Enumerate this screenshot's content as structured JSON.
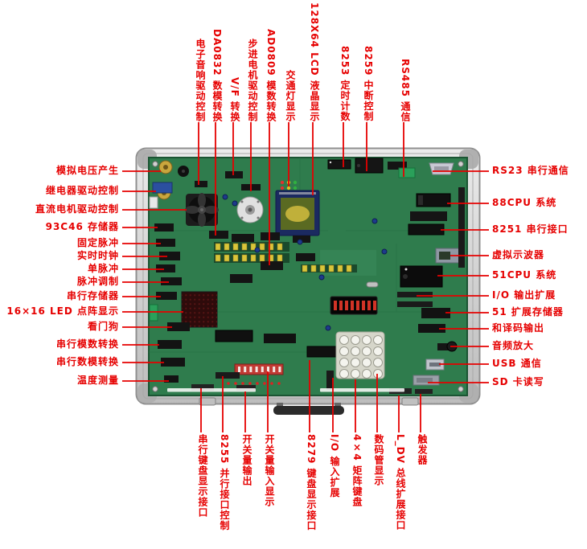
{
  "colors": {
    "annotation_line": "#e60000",
    "label_text": "#e60000",
    "pcb_green": "#2f7c4d",
    "case_silver": "#d7d7d7"
  },
  "labels": {
    "top": [
      "电子音响驱动控制",
      "DA0832 数模转换",
      "V/F 转换",
      "步进电机驱动控制",
      "AD0809 模数转换",
      "交通灯显示",
      "128X64 LCD 液晶显示",
      "8253 定时计数",
      "8259 中断控制",
      "RS485 通信"
    ],
    "left": [
      "模拟电压产生",
      "继电器驱动控制",
      "直流电机驱动控制",
      "93C46 存储器",
      "固定脉冲",
      "实时时钟",
      "单脉冲",
      "脉冲调制",
      "串行存储器",
      "16×16 LED 点阵显示",
      "看门狗",
      "串行模数转换",
      "串行数模转换",
      "温度测量"
    ],
    "right": [
      "RS23 串行通信",
      "88CPU 系统",
      "8251 串行接口",
      "虚拟示波器",
      "51CPU 系统",
      "I/O 输出扩展",
      "51 扩展存储器",
      "和译码输出",
      "音频放大",
      "USB 通信",
      "SD 卡读写"
    ],
    "bottom": [
      "串行键盘显示接口",
      "8255 并行接口控制",
      "开关量输出",
      "开关量输入显示",
      "8279 键盘显示接口",
      "I/O 输入扩展",
      "4×4 矩阵键盘",
      "数码管显示",
      "L_DV 总线扩展接口",
      "触发器"
    ]
  }
}
